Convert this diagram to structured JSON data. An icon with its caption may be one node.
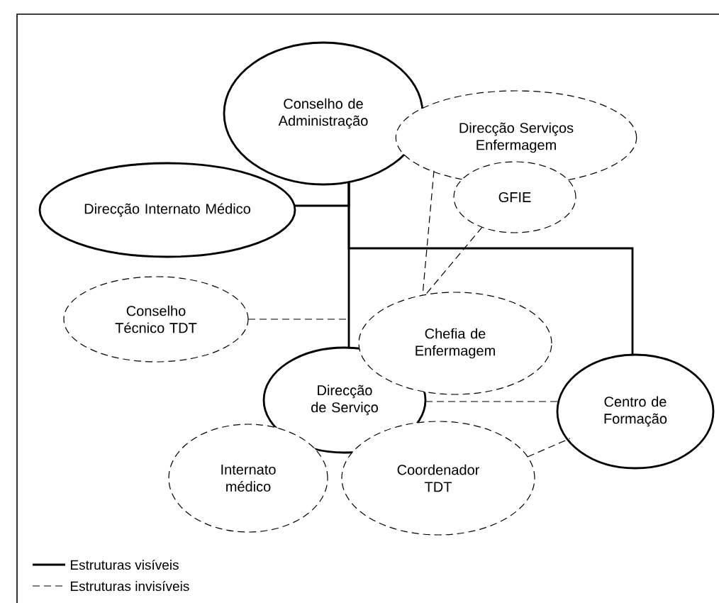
{
  "diagram": {
    "nodes": [
      {
        "text": [
          "Conselho de Administração"
        ]
      },
      {
        "text": [
          "Direcção Serviços Enfermagem"
        ]
      },
      {
        "text": [
          "Direcção Internato Médico"
        ]
      },
      {
        "text": [
          "GFIE"
        ]
      },
      {
        "text": [
          "Conselho Técnico TDT"
        ]
      },
      {
        "text": [
          "Chefia de Enfermagem"
        ]
      },
      {
        "text": [
          "Direcção de Serviço"
        ]
      },
      {
        "text": [
          "Centro de Formação"
        ]
      },
      {
        "text": [
          "Internato médico"
        ]
      },
      {
        "text": [
          "Coordenador TDT"
        ]
      }
    ],
    "edges": [
      {
        "from": 0,
        "to": 2,
        "arrow": "none"
      },
      {
        "from": 0,
        "to": 6,
        "arrow": "none"
      },
      {
        "from": 0,
        "to": 7,
        "arrow": "none"
      },
      {
        "from": 4,
        "to": 6,
        "arrow": "none",
        "style": "dashed"
      },
      {
        "from": 1,
        "to": 5,
        "arrow": "none",
        "style": "dashed"
      },
      {
        "from": 3,
        "to": 5,
        "arrow": "none",
        "style": "dashed"
      },
      {
        "from": 6,
        "to": 7,
        "arrow": "none",
        "style": "dashed"
      },
      {
        "from": 9,
        "to": 7,
        "arrow": "none",
        "style": "dashed"
      }
    ],
    "legend": [
      {
        "text": "Estruturas visíveis"
      },
      {
        "text": "Estruturas invisíveis"
      }
    ]
  }
}
